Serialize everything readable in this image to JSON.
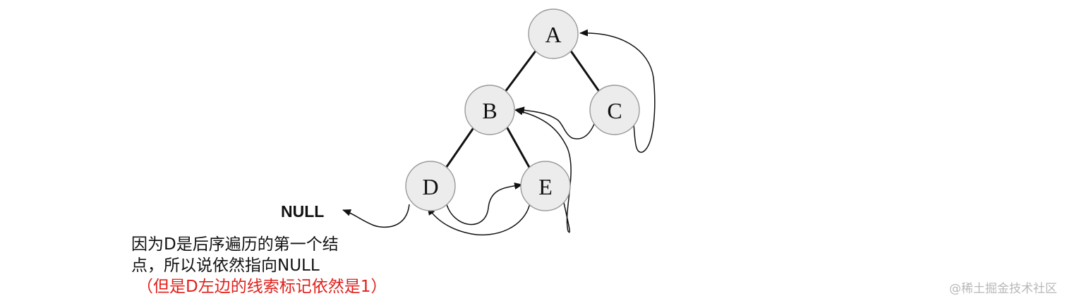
{
  "diagram": {
    "nodes": [
      {
        "id": "A",
        "label": "A"
      },
      {
        "id": "B",
        "label": "B"
      },
      {
        "id": "C",
        "label": "C"
      },
      {
        "id": "D",
        "label": "D"
      },
      {
        "id": "E",
        "label": "E"
      }
    ],
    "edges": [
      {
        "from": "A",
        "to": "B"
      },
      {
        "from": "A",
        "to": "C"
      },
      {
        "from": "B",
        "to": "D"
      },
      {
        "from": "B",
        "to": "E"
      }
    ],
    "threads": [
      {
        "from": "D",
        "to": "NULL"
      },
      {
        "from": "D",
        "to": "E"
      },
      {
        "from": "E",
        "to": "D"
      },
      {
        "from": "E",
        "to": "B"
      },
      {
        "from": "C",
        "to": "B"
      },
      {
        "from": "C",
        "to": "A"
      }
    ],
    "null_label": "NULL",
    "colors": {
      "node_fill": "#ececec",
      "node_stroke": "#9a9a9a",
      "line": "#111111",
      "note_red": "#e0201b"
    }
  },
  "note": {
    "line1": "因为D是后序遍历的第一个结",
    "line2": "点，所以说依然指向NULL",
    "line3": "（但是D左边的线索标记依然是1）"
  },
  "watermark": "@稀土掘金技术社区"
}
